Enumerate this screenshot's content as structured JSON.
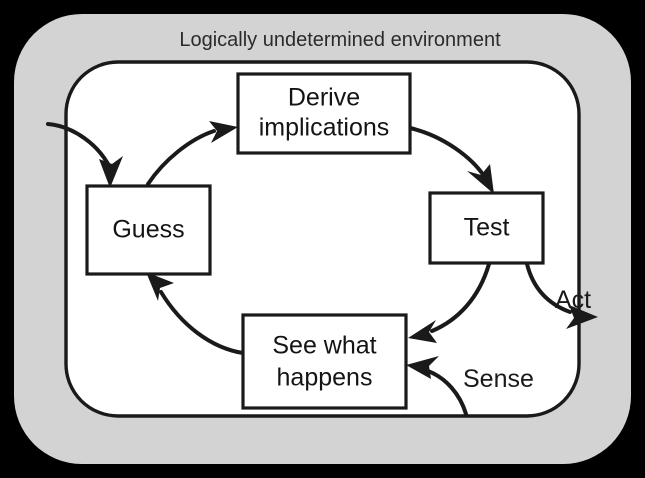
{
  "figure": {
    "background_color": "#000000",
    "environment": {
      "title": "Logically undetermined environment",
      "band_color": "#d3d3d3",
      "interior_color": "#ffffff",
      "stroke_color": "#1a1a1a"
    },
    "nodes": [
      {
        "id": "guess",
        "label_line1": "Guess",
        "label_line2": ""
      },
      {
        "id": "derive",
        "label_line1": "Derive",
        "label_line2": "implications"
      },
      {
        "id": "test",
        "label_line1": "Test",
        "label_line2": ""
      },
      {
        "id": "observe",
        "label_line1": "See what",
        "label_line2": "happens"
      }
    ],
    "edge_labels": [
      {
        "id": "act",
        "text": "Act"
      },
      {
        "id": "sense",
        "text": "Sense"
      }
    ]
  },
  "chart_data": {
    "type": "diagram",
    "title": "Logically undetermined environment",
    "diagram_kind": "cyclic flow / feedback loop",
    "nodes": [
      "Guess",
      "Derive implications",
      "Test",
      "See what happens"
    ],
    "edges": [
      {
        "from": "environment-boundary",
        "to": "Guess",
        "label": ""
      },
      {
        "from": "Guess",
        "to": "Derive implications",
        "label": ""
      },
      {
        "from": "Derive implications",
        "to": "Test",
        "label": ""
      },
      {
        "from": "Test",
        "to": "See what happens",
        "label": ""
      },
      {
        "from": "Test",
        "to": "environment-boundary",
        "label": "Act"
      },
      {
        "from": "environment-boundary",
        "to": "See what happens",
        "label": "Sense"
      },
      {
        "from": "See what happens",
        "to": "Guess",
        "label": ""
      }
    ],
    "annotations": [
      "Act",
      "Sense"
    ],
    "legend": []
  }
}
